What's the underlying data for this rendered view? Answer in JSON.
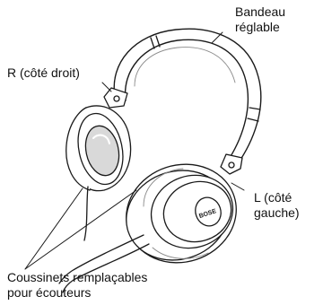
{
  "labels": {
    "headband": [
      "Bandeau",
      "réglable"
    ],
    "right": "R (côté droit)",
    "left": [
      "L (côté",
      "gauche)"
    ],
    "cushions": [
      "Coussinets remplaçables",
      "pour écouteurs"
    ]
  },
  "logo_text": "BOSE",
  "colors": {
    "outline": "#1a1a1a",
    "body": "#ffffff",
    "shade": "#d9d9d9",
    "pad": "#cfcfcf"
  }
}
